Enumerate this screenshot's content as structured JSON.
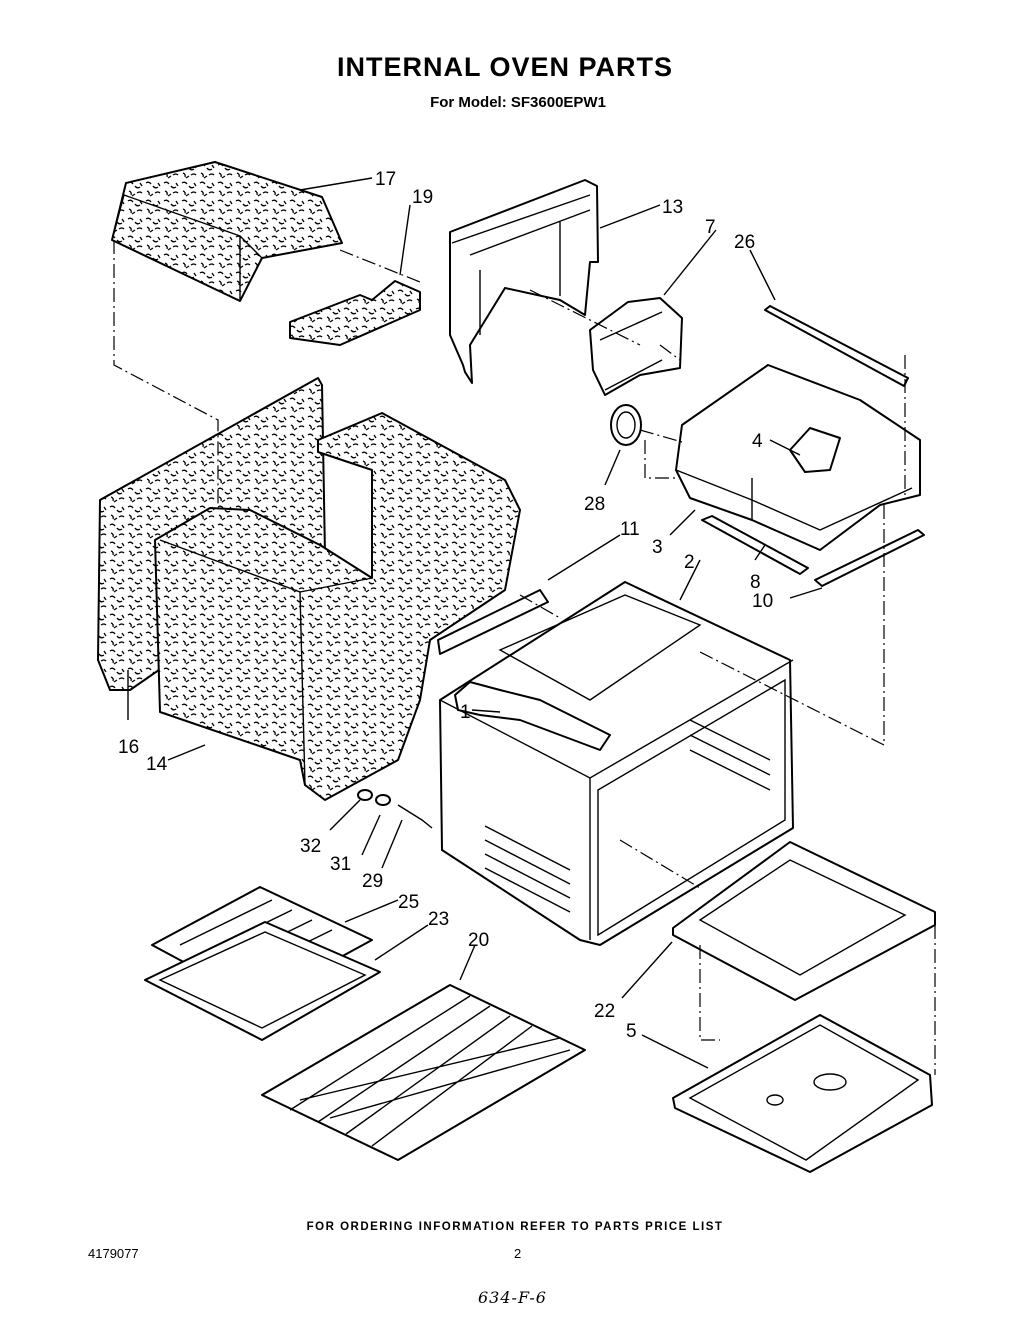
{
  "header": {
    "title": "INTERNAL OVEN PARTS",
    "subtitle": "For Model: SF3600EPW1"
  },
  "callouts": {
    "c1": "1",
    "c2": "2",
    "c3": "3",
    "c4": "4",
    "c5": "5",
    "c7": "7",
    "c8": "8",
    "c10": "10",
    "c11": "11",
    "c13": "13",
    "c14": "14",
    "c16": "16",
    "c17": "17",
    "c19": "19",
    "c20": "20",
    "c22": "22",
    "c23": "23",
    "c25": "25",
    "c26": "26",
    "c28": "28",
    "c29": "29",
    "c31": "31",
    "c32": "32"
  },
  "footer": {
    "ordering_note": "FOR ORDERING INFORMATION REFER TO PARTS PRICE LIST",
    "document_number": "4179077",
    "page_number": "2",
    "handwritten_note": "634-F-6"
  }
}
